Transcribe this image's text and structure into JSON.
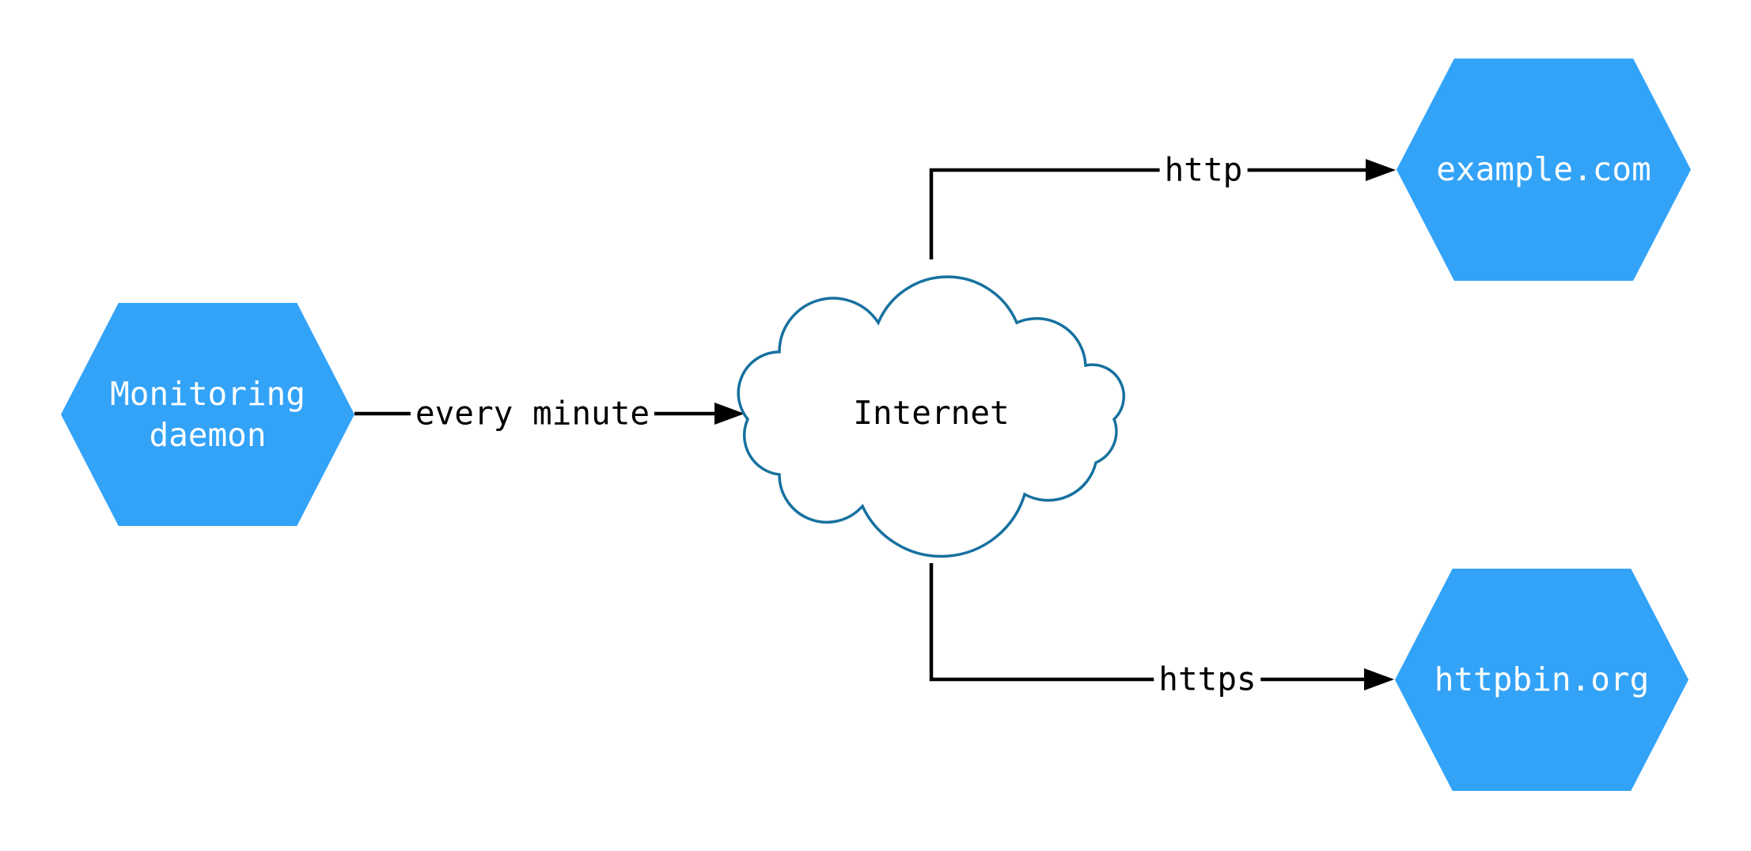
{
  "theme": {
    "background": "#ffffff",
    "node_fill": "#33a3f8",
    "node_text": "#ffffff",
    "cloud_fill": "#ffffff",
    "cloud_stroke": "#16719f",
    "edge_color": "#000000",
    "edge_label_color": "#000000"
  },
  "nodes": {
    "monitoring": {
      "label": "Monitoring\ndaemon"
    },
    "internet": {
      "label": "Internet"
    },
    "example": {
      "label": "example.com"
    },
    "httpbin": {
      "label": "httpbin.org"
    }
  },
  "edges": {
    "monitoring_to_internet": {
      "label": "every minute"
    },
    "internet_to_example": {
      "label": "http"
    },
    "internet_to_httpbin": {
      "label": "https"
    }
  }
}
